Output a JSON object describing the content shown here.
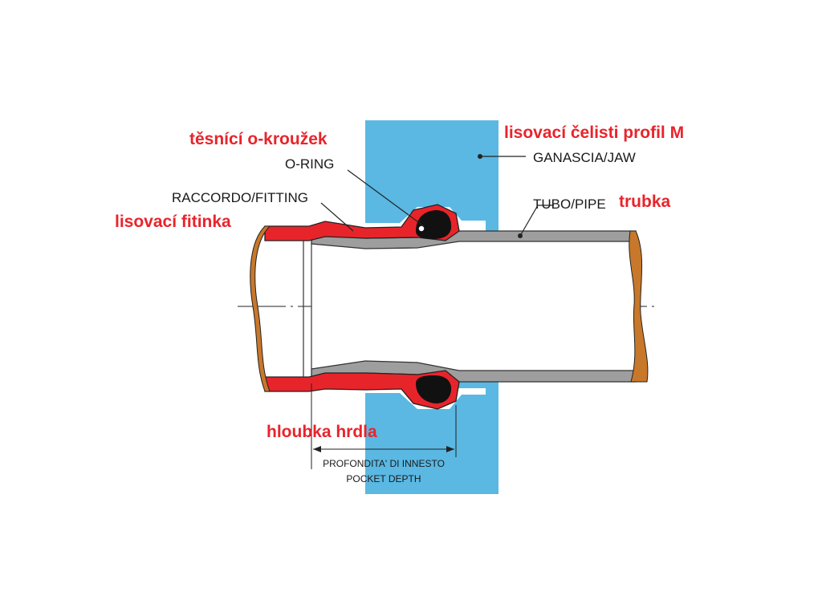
{
  "labels": {
    "oring_cz": "těsnící o-kroužek",
    "oring": "O-RING",
    "fitting": "RACCORDO/FITTING",
    "fitting_cz": "lisovací fitinka",
    "jaw_cz": "lisovací čelisti profil M",
    "jaw": "GANASCIA/JAW",
    "pipe": "TUBO/PIPE",
    "pipe_cz": "trubka",
    "depth_cz": "hloubka hrdla",
    "depth_it": "PROFONDITA' DI INNESTO",
    "depth_en": "POCKET DEPTH"
  },
  "colors": {
    "jaw": "#5ab8e3",
    "fitting": "#e8242b",
    "pipe_wall": "#9e9e9e",
    "oring": "#111111",
    "pipe_cut": "#c8782a",
    "red_text": "#e8242b"
  }
}
